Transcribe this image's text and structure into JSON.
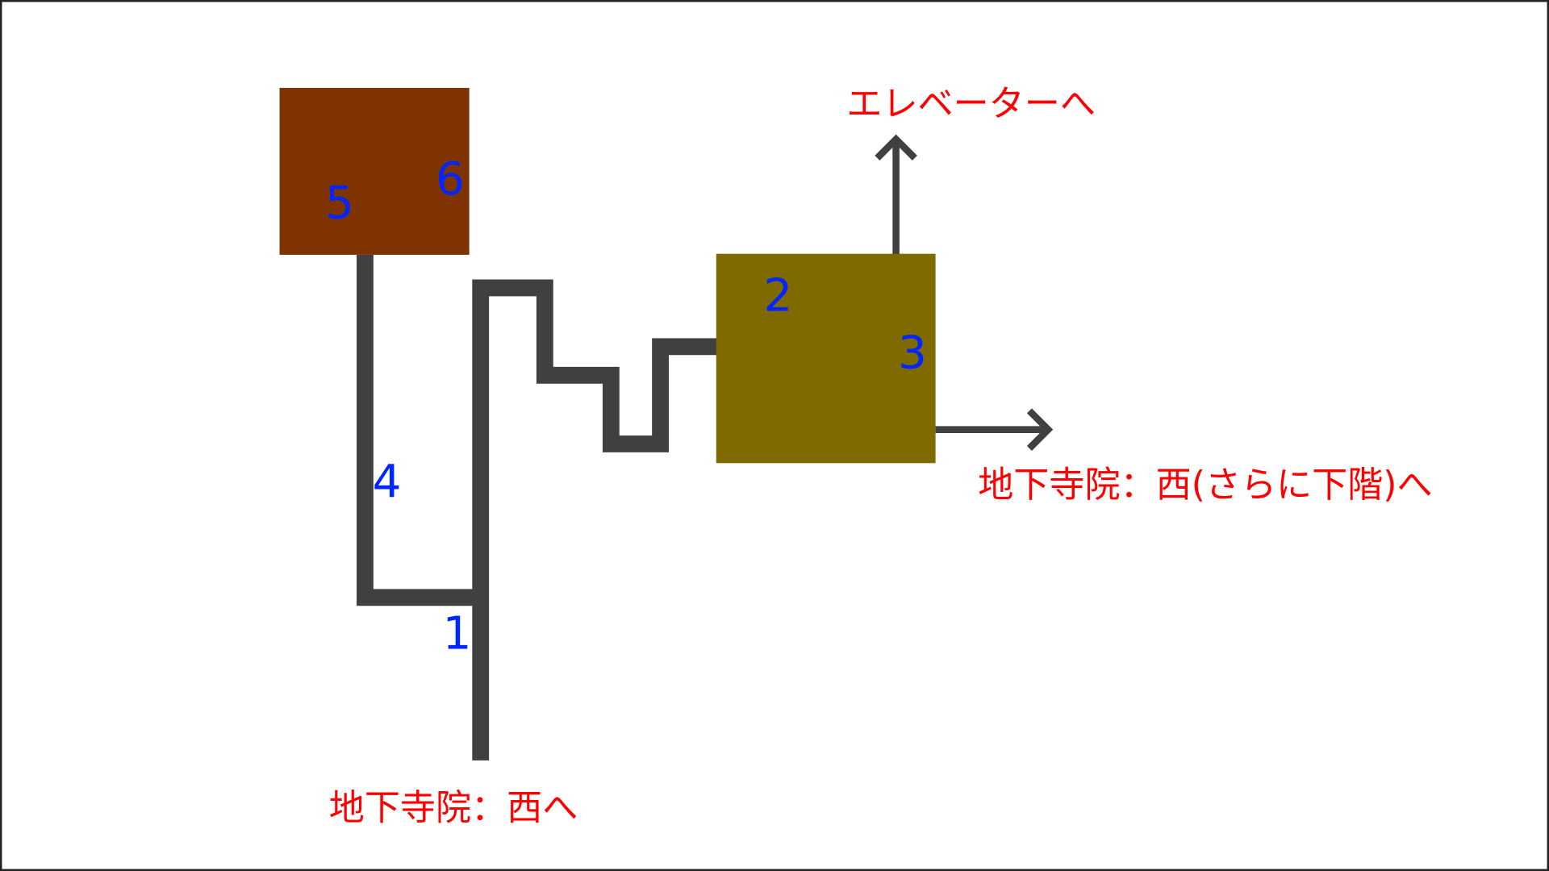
{
  "colors": {
    "room_a": "#7F3300",
    "room_b": "#7F6A00",
    "path": "#404040",
    "number": "#0026FF",
    "label": "#FF0000"
  },
  "numbers": {
    "n1": "1",
    "n2": "2",
    "n3": "3",
    "n4": "4",
    "n5": "5",
    "n6": "6"
  },
  "labels": {
    "elevator": "エレベーターへ",
    "temple_west_lower": "地下寺院：西(さらに下階)へ",
    "temple_west": "地下寺院：西へ"
  }
}
